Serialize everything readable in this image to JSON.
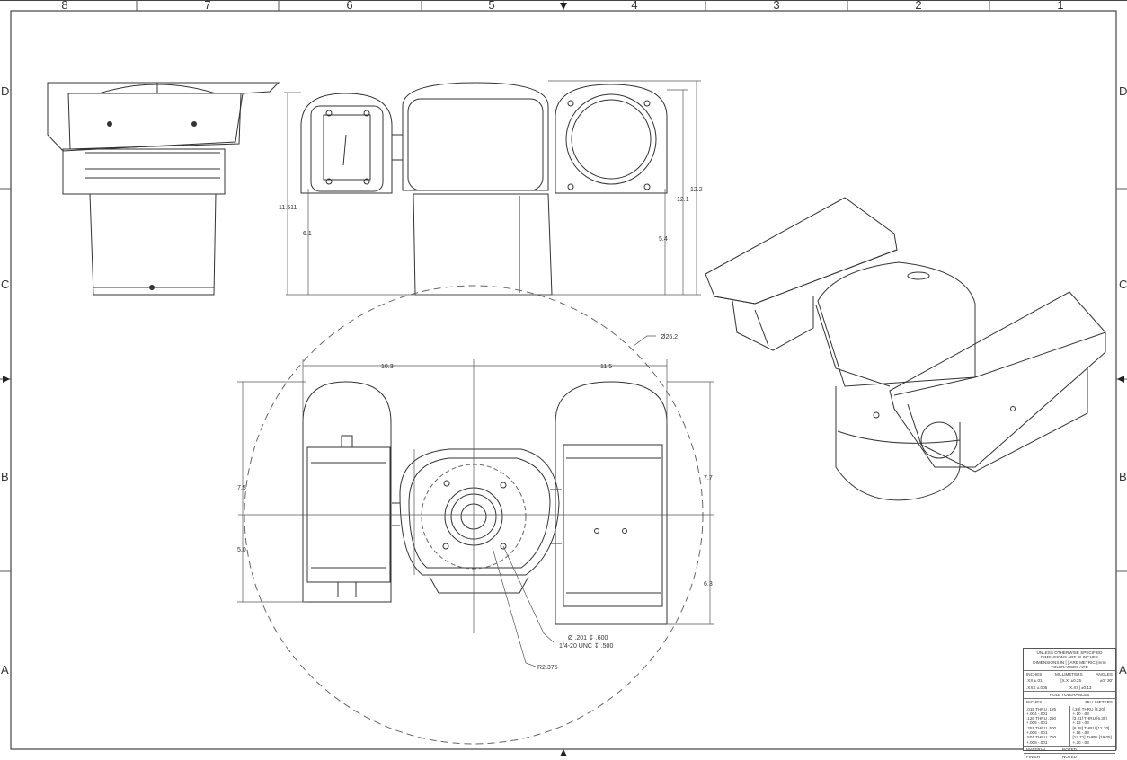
{
  "border": {
    "columns": [
      "8",
      "7",
      "6",
      "5",
      "4",
      "3",
      "2",
      "1"
    ],
    "rows": [
      "D",
      "C",
      "B",
      "A"
    ]
  },
  "dimensions": {
    "front_width_left": "10.3",
    "front_width_right": "11.5",
    "circle_dia": "Ø26.2",
    "h_left_upper": "7.5",
    "h_left_lower": "5.0",
    "h_right_upper": "7.7",
    "h_right_lower": "6.3",
    "side_total": "11.511",
    "side_lower": "6.1",
    "side_right_total": "12.2",
    "side_right_mid": "12.1",
    "side_right_lower": "5.4",
    "hole_line1": "Ø .201 ↧ .600",
    "hole_line2": "1/4-20 UNC ↧ .500",
    "radius": "R2.375"
  },
  "title_block": {
    "header_line1": "UNLESS OTHERWISE SPECIFIED",
    "header_line2": "DIMENSIONS ARE IN INCHES",
    "header_line3": "DIMENSIONS IN [ ] ARE METRIC (mm)",
    "tolerances_title": "TOLERANCES ARE",
    "col_inches": "INCHES",
    "col_mm": "MILLIMETERS",
    "col_angles": "ANGLES",
    "tol_row1_in": ".XX ±.01",
    "tol_row1_mm": "[X.X] ±0.25",
    "tol_row1_ang": "±0° 30'",
    "tol_row2_in": ".XXX ±.005",
    "tol_row2_mm": "[X.XX] ±0.13",
    "hole_title": "HOLE TOLERANCES",
    "hole_col_in": "INCHES",
    "hole_col_mm": "MILLIMETERS",
    "hole_rows_in": [
      ".015 THRU .125 +.004 -.001",
      ".126 THRU .250 +.005 -.001",
      ".251 THRU .500 +.006 -.001",
      ".501 THRU .750 +.008 -.001"
    ],
    "hole_rows_mm": [
      "[.38] THRU [3.20] +.10 -.03",
      "[3.21] THRU [6.35] +.13 -.03",
      "[6.38] THRU [12.70] +.16 -.03",
      "[12.71] THRU [19.05] +.20 -.03"
    ],
    "material_label": "MATERIAL",
    "material_value": "NOTED",
    "finish_label": "FINISH",
    "finish_value": "NOTED"
  }
}
